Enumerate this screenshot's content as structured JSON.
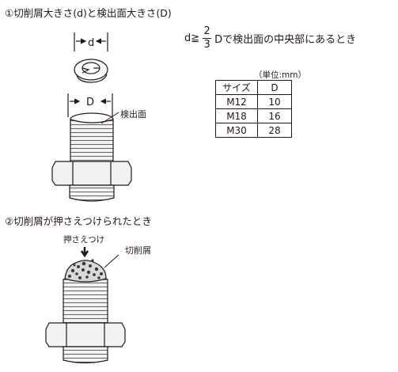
{
  "section1": {
    "title": "①切削屑大きさ(d)と検出面大きさ(D)"
  },
  "formula": {
    "prefix": "d≧",
    "numerator": "2",
    "denominator": "3",
    "suffix": "Dで検出面の中央部にあるとき"
  },
  "labels": {
    "d": "d",
    "D": "D",
    "detection_surface": "検出面",
    "pressed": "押さえつけ",
    "chips": "切削屑"
  },
  "table": {
    "unit": "（単位:mm）",
    "headers": [
      "サイズ",
      "D"
    ],
    "rows": [
      [
        "M12",
        "10"
      ],
      [
        "M18",
        "16"
      ],
      [
        "M30",
        "28"
      ]
    ]
  },
  "section2": {
    "title": "②切削屑が押さえつけられたとき"
  }
}
